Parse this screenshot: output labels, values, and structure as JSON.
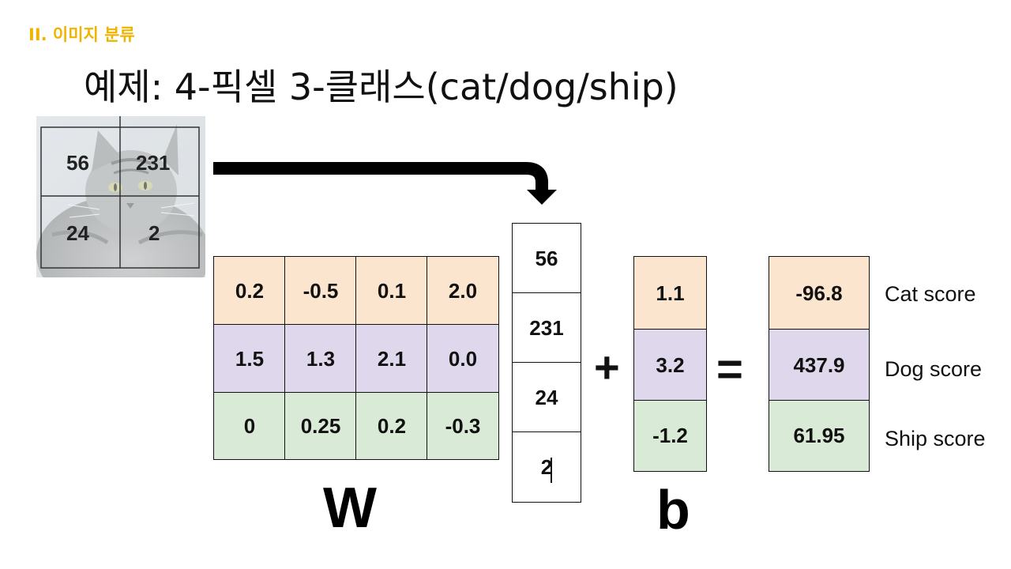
{
  "section_label": "II. 이미지 분류",
  "title": "예제: 4-픽셀 3-클래스(cat/dog/ship)",
  "image": {
    "pixels": [
      "56",
      "231",
      "24",
      "2"
    ]
  },
  "weights": {
    "label": "W",
    "rows": [
      [
        "0.2",
        "-0.5",
        "0.1",
        "2.0"
      ],
      [
        "1.5",
        "1.3",
        "2.1",
        "0.0"
      ],
      [
        "0",
        "0.25",
        "0.2",
        "-0.3"
      ]
    ]
  },
  "input_vector": [
    "56",
    "231",
    "24",
    "2"
  ],
  "plus_sign": "+",
  "bias": {
    "label": "b",
    "values": [
      "1.1",
      "3.2",
      "-1.2"
    ]
  },
  "equals_sign": "=",
  "scores": {
    "values": [
      "-96.8",
      "437.9",
      "61.95"
    ],
    "labels": [
      "Cat score",
      "Dog score",
      "Ship score"
    ]
  },
  "colors": {
    "section_label": "#f0b400",
    "cat_row": "#fbe5cf",
    "dog_row": "#dfd8ec",
    "ship_row": "#d9ead6"
  }
}
